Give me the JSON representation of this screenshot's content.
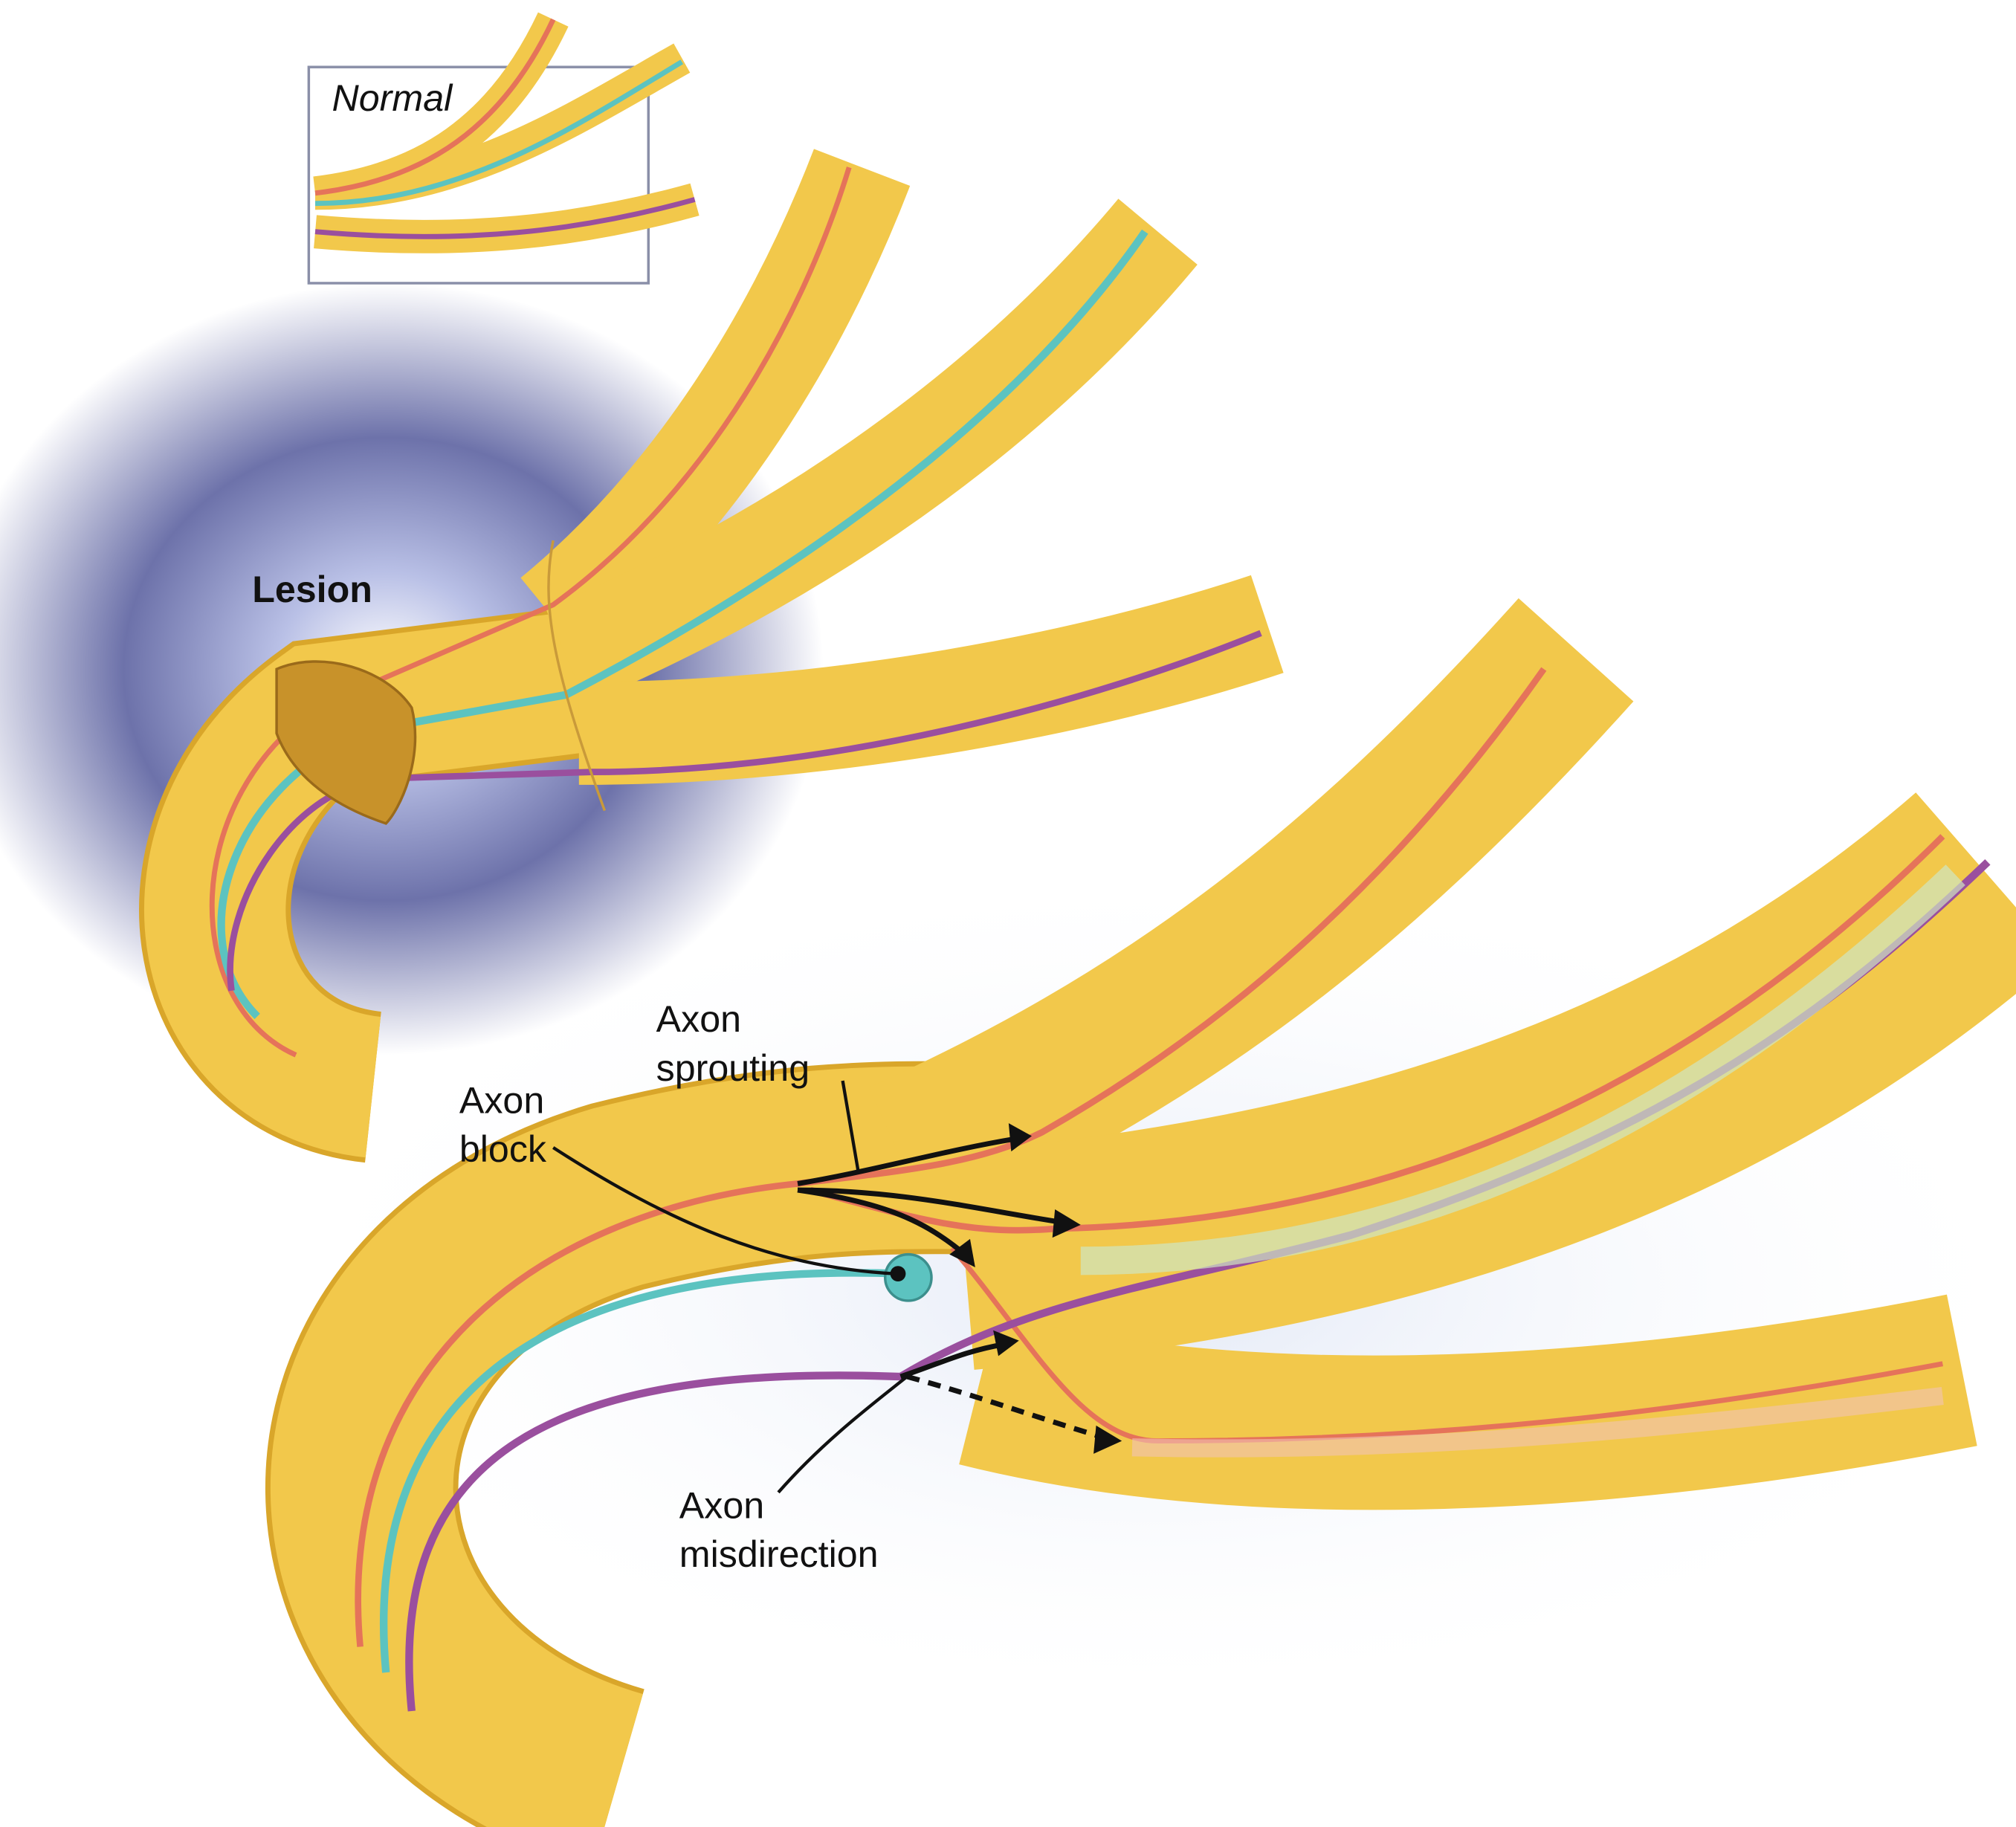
{
  "title": "Nerve lesion: axon regeneration patterns",
  "labels": {
    "normal": "Normal",
    "lesion": "Lesion",
    "axon_sprouting": [
      "Axon",
      "sprouting"
    ],
    "axon_block": [
      "Axon",
      "block"
    ],
    "axon_misdirection": [
      "Axon",
      "misdirection"
    ]
  },
  "colors": {
    "nerve": "#f2c84b",
    "nerve_edge": "#d9a62a",
    "axon_red": "#e5735a",
    "axon_teal": "#5cc3c0",
    "axon_purple": "#9a4f9e",
    "glow": "#5a5f9e"
  }
}
